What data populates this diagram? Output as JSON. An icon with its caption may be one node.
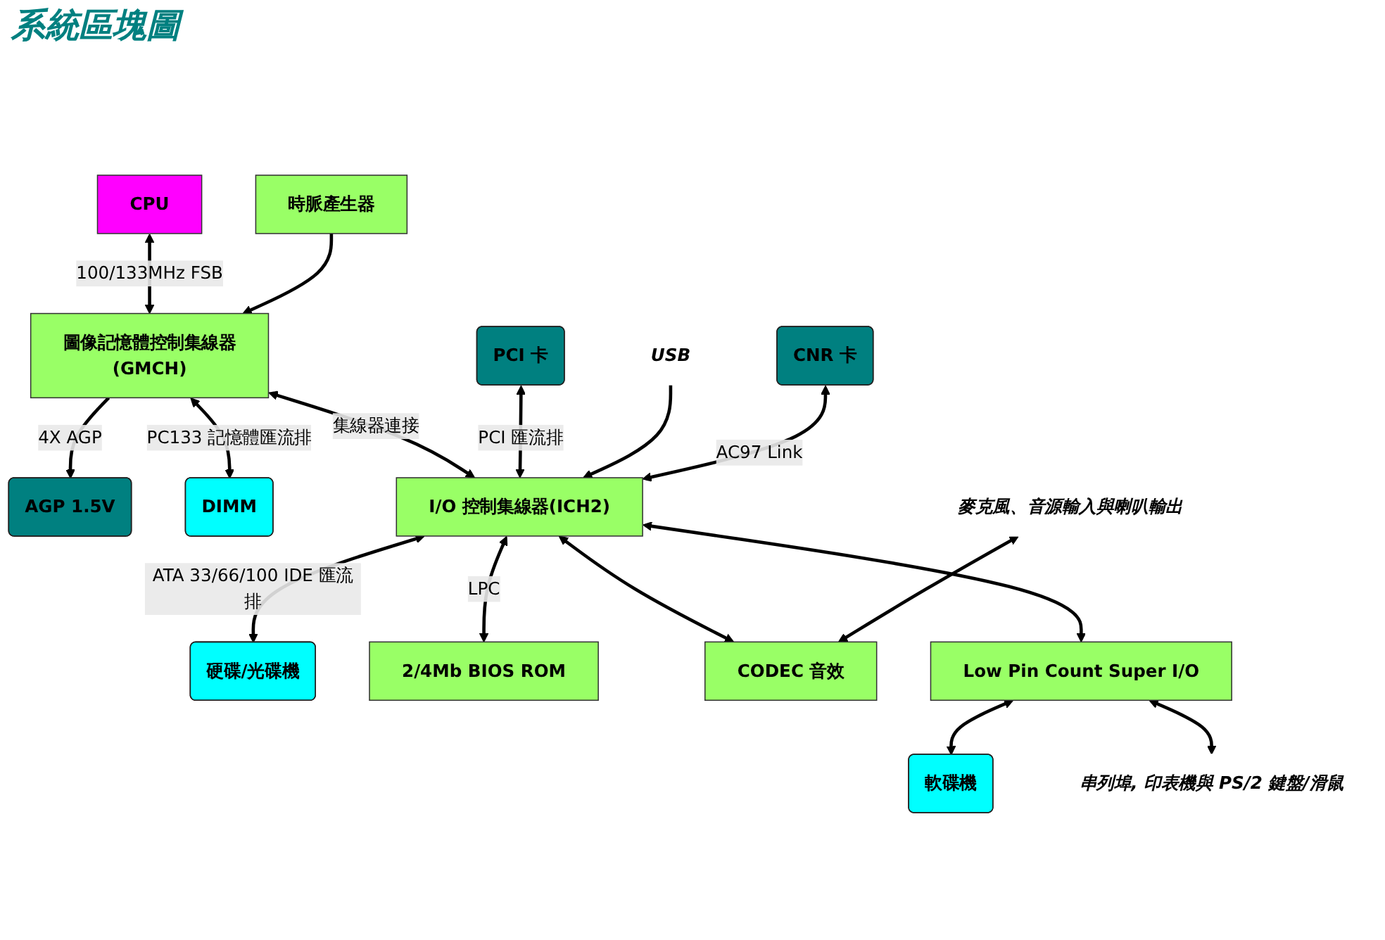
{
  "diagram": {
    "title": "系統區塊圖",
    "nodes": [
      {
        "text": [
          "CPU"
        ]
      },
      {
        "text": [
          "時脈產生器"
        ]
      },
      {
        "text": [
          "AGP 1.5V"
        ]
      },
      {
        "text": [
          "圖像記憶體控制集線器",
          "(GMCH)"
        ]
      },
      {
        "text": [
          "DIMM"
        ]
      },
      {
        "text": [
          "PCI 卡"
        ]
      },
      {
        "text": [
          "I/O 控制集線器(ICH2)"
        ]
      },
      {
        "text": [
          "硬碟/光碟機"
        ]
      },
      {
        "text": [
          "2/4Mb BIOS ROM"
        ]
      },
      {
        "text": [
          "USB"
        ]
      },
      {
        "text": [
          "CNR 卡"
        ]
      },
      {
        "text": [
          "CODEC 音效"
        ]
      },
      {
        "text": [
          "Low Pin Count Super I/O"
        ]
      },
      {
        "text": [
          "軟碟機"
        ]
      },
      {
        "text": [
          "麥克風、音源輸入與喇叭輸出"
        ]
      },
      {
        "text": [
          "串列埠, 印表機與 PS/2 鍵盤/滑鼠"
        ]
      }
    ],
    "edges": [
      {
        "from": 0,
        "to": 3,
        "arrow": "both",
        "label": "100/133MHz FSB"
      },
      {
        "from": 1,
        "to": 3,
        "arrow": "to"
      },
      {
        "from": 3,
        "to": 2,
        "arrow": "to",
        "label": "4X AGP"
      },
      {
        "from": 3,
        "to": 4,
        "arrow": "both",
        "label": "PC133 記憶體匯流排"
      },
      {
        "from": 3,
        "to": 6,
        "arrow": "both",
        "label": "集線器連接"
      },
      {
        "from": 5,
        "to": 6,
        "arrow": "both",
        "label": "PCI 匯流排"
      },
      {
        "from": 9,
        "to": 6,
        "arrow": "to"
      },
      {
        "from": 6,
        "to": 7,
        "arrow": "both",
        "label": "ATA 33/66/100 IDE 匯流排"
      },
      {
        "from": 10,
        "to": 6,
        "arrow": "both",
        "label": "AC97 Link"
      },
      {
        "from": 6,
        "to": 11,
        "arrow": "both"
      },
      {
        "from": 6,
        "to": 12,
        "arrow": "both"
      },
      {
        "from": 6,
        "to": 8,
        "arrow": "both",
        "label": "LPC"
      },
      {
        "from": 12,
        "to": 13,
        "arrow": "both"
      },
      {
        "from": 12,
        "to": 15,
        "arrow": "both"
      },
      {
        "from": 14,
        "to": 11,
        "arrow": "both"
      }
    ]
  }
}
